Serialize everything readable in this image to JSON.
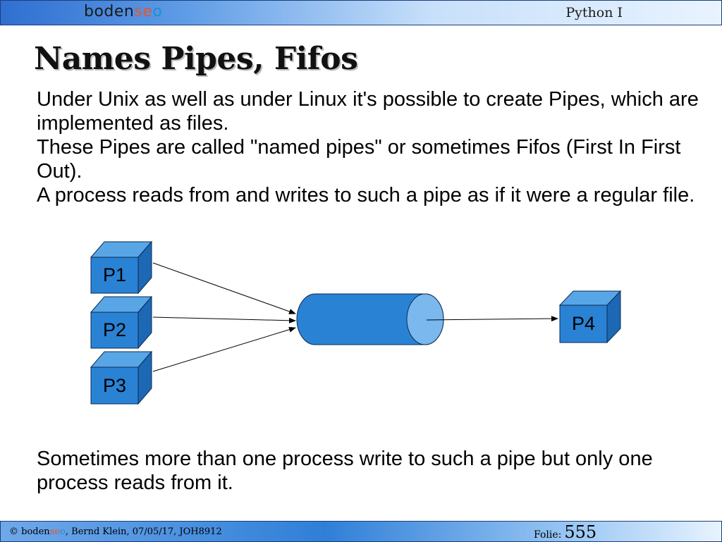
{
  "header": {
    "logo_main": "boden",
    "logo_se": "se",
    "logo_o": "o",
    "course": "Python I"
  },
  "slide": {
    "title": "Names Pipes, Fifos",
    "paragraphs": [
      "Under Unix as well as under Linux it's possible to create Pipes, which are implemented as files.",
      "These Pipes are called \"named pipes\" or sometimes Fifos (First In First Out).",
      "A process reads from and writes to such a pipe as if it were a regular file.",
      "Sometimes more than one process write to such a pipe but only one process reads from it."
    ]
  },
  "diagram": {
    "processes": [
      "P1",
      "P2",
      "P3",
      "P4"
    ],
    "colors": {
      "box_front": "#2a82d4",
      "box_top": "#58a6e6",
      "box_side": "#1c68b4",
      "pipe_body": "#2a82d4",
      "pipe_end": "#7ab8ee",
      "outline": "#0b2b55"
    }
  },
  "footer": {
    "copyright_prefix": "© boden",
    "copyright_se": "se",
    "copyright_o": "o",
    "copyright_suffix": ", Bernd Klein, 07/05/17, JOH8912",
    "folie_label": "Folie:",
    "folie_number": "555"
  },
  "colors": {
    "header_gradient_start": "#2f6fd0",
    "footer_gradient_mid": "#2f7fd8",
    "logo_accent": "#e8552b"
  }
}
